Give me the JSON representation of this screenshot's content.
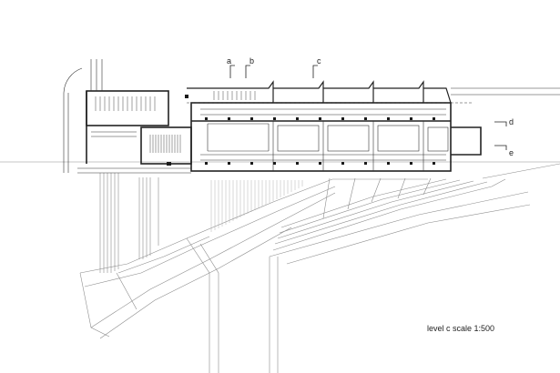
{
  "section_markers": {
    "a": "a",
    "b": "b",
    "c": "c",
    "d": "d",
    "e": "e"
  },
  "caption": "level c  scale 1:500",
  "colors": {
    "line": "#222222",
    "light_line": "#9a9a9a",
    "fill_dark": "#1a1a1a",
    "background": "#ffffff"
  }
}
